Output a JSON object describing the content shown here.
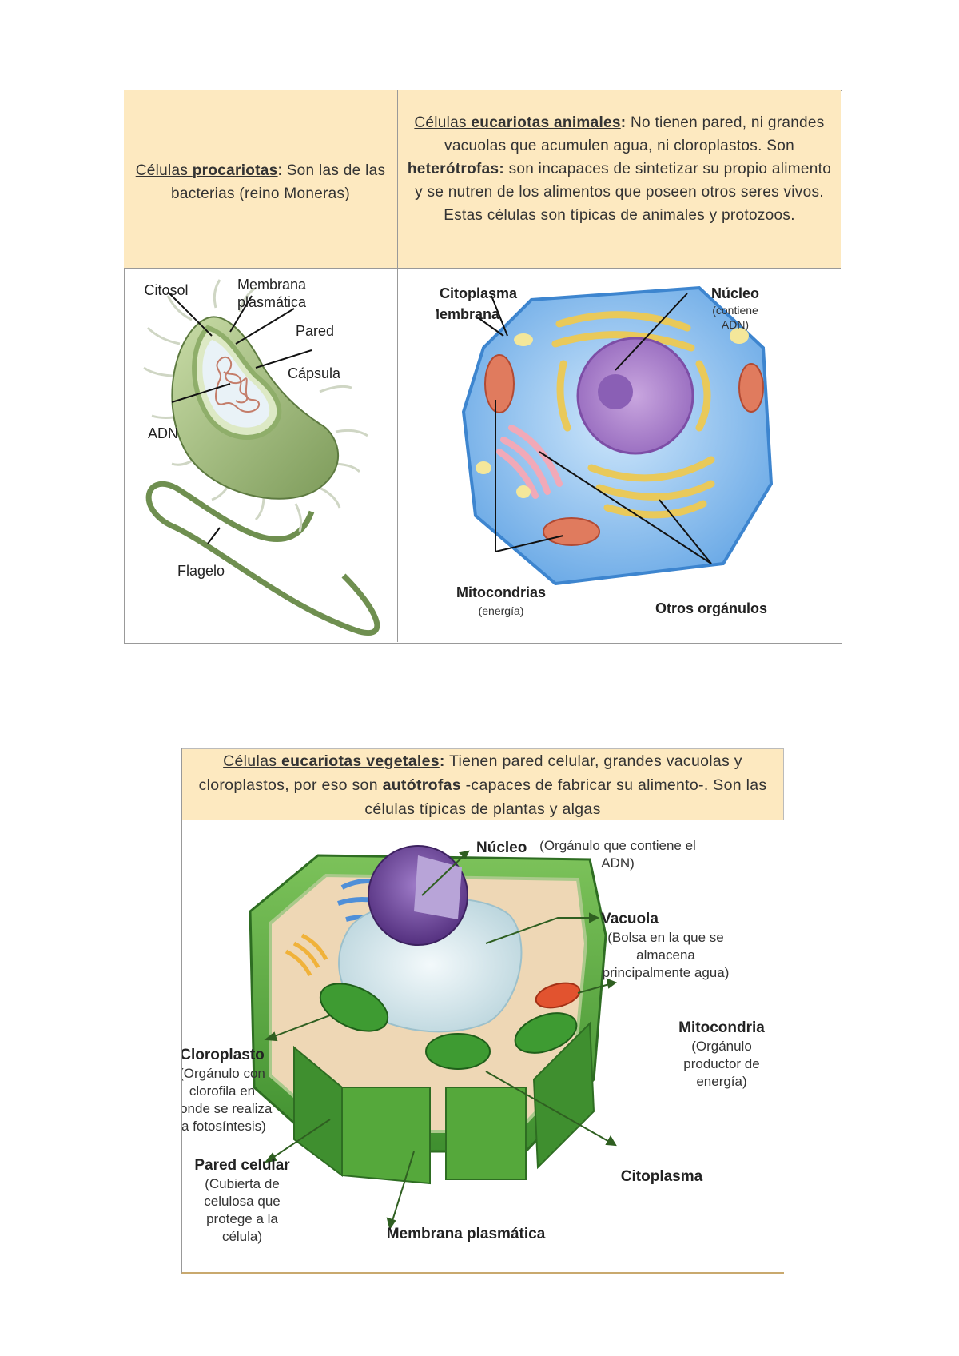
{
  "table1": {
    "procariotas": {
      "prefix": "Células ",
      "keyword": "procariotas",
      "rest": ": Son las de las bacterias (reino Moneras)"
    },
    "animales": {
      "prefix": "Células ",
      "keyword": "eucariotas animales",
      "colon": ":",
      "rest1": " No tienen pared, ni grandes vacuolas que acumulen agua, ni cloroplastos. Son ",
      "keyword2": "heterótrofas:",
      "rest2": " son incapaces de sintetizar su propio alimento y se nutren de los alimentos que poseen otros seres vivos. Estas células son típicas de animales y protozoos."
    }
  },
  "bacteria_labels": {
    "citosol": "Citosol",
    "membrana1": "Membrana",
    "membrana2": "plasmática",
    "pared": "Pared",
    "capsula": "Cápsula",
    "adn": "ADN",
    "flagelo": "Flagelo"
  },
  "animal_labels": {
    "citoplasma": "Citoplasma",
    "membrana": "Membrana",
    "nucleo": "Núcleo",
    "nucleo_sub1": "(contiene",
    "nucleo_sub2": "ADN)",
    "mitocondrias": "Mitocondrias",
    "mitocondrias_sub": "(energía)",
    "otros": "Otros orgánulos"
  },
  "table2": {
    "prefix": "Células ",
    "keyword": "eucariotas vegetales",
    "colon": ":",
    "rest1": " Tienen pared celular, grandes vacuolas y cloroplastos, por eso son ",
    "keyword2": "autótrofas",
    "rest2": " -capaces de fabricar su alimento-. Son las células típicas de plantas y algas"
  },
  "plant_labels": {
    "nucleo": "Núcleo",
    "nucleo_sub1": "(Orgánulo que contiene el",
    "nucleo_sub2": "ADN)",
    "vacuola": "Vacuola",
    "vacuola_sub1": "(Bolsa en la que se",
    "vacuola_sub2": "almacena",
    "vacuola_sub3": "principalmente agua)",
    "mitocondria": "Mitocondria",
    "mitocondria_sub1": "(Orgánulo",
    "mitocondria_sub2": "productor de",
    "mitocondria_sub3": "energía)",
    "cloroplasto": "Cloroplasto",
    "cloroplasto_sub1": "(Orgánulo con",
    "cloroplasto_sub2": "clorofila en",
    "cloroplasto_sub3": "donde se realiza",
    "cloroplasto_sub4": "la fotosíntesis)",
    "pared": "Pared celular",
    "pared_sub1": "(Cubierta de",
    "pared_sub2": "celulosa que",
    "pared_sub3": "protege a la",
    "pared_sub4": "célula)",
    "citoplasma": "Citoplasma",
    "membrana": "Membrana plasmática"
  },
  "colors": {
    "header_bg": "#fde9c0",
    "border": "#999999"
  }
}
